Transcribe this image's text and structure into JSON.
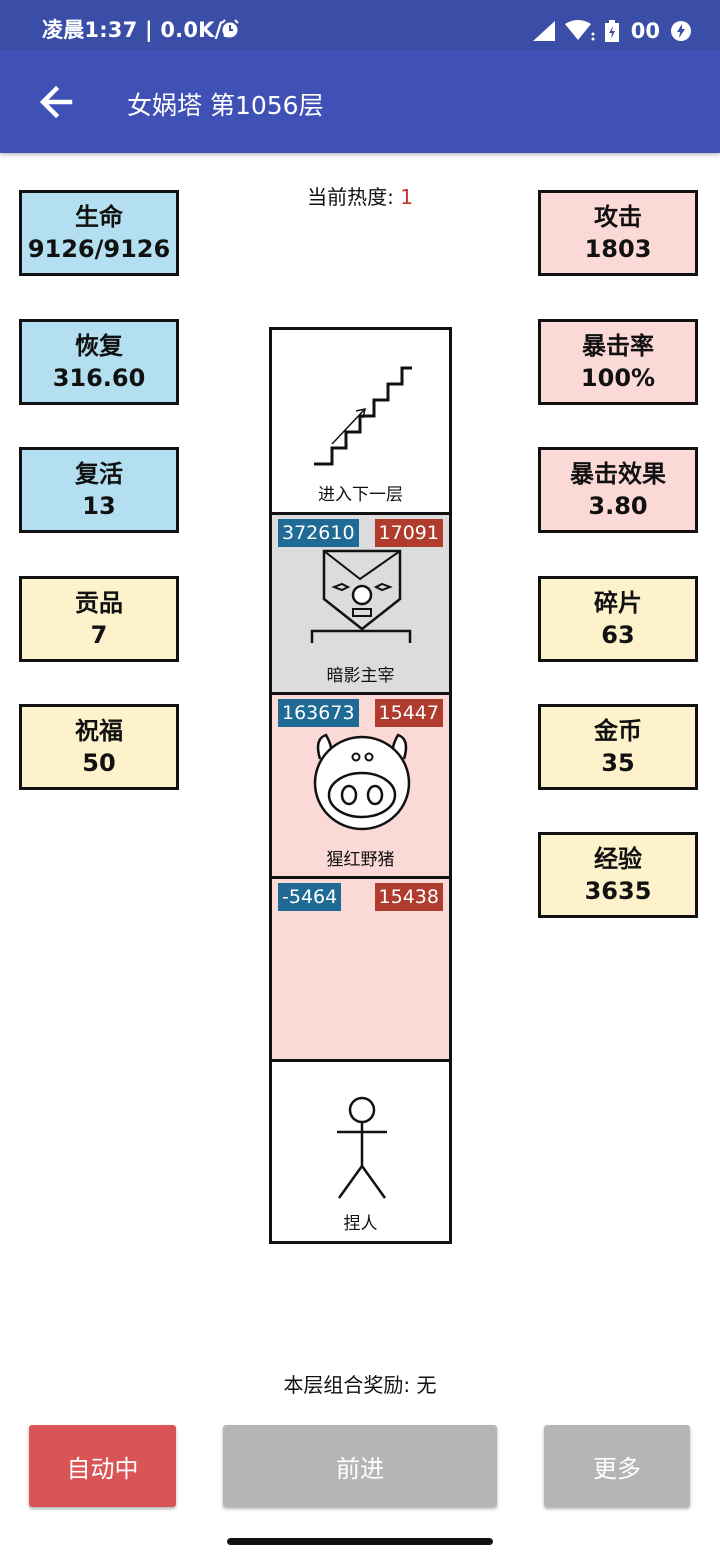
{
  "status_bar": {
    "left_text": "凌晨1:37 | 0.0K/s",
    "battery_text": "00"
  },
  "app_bar": {
    "title": "女娲塔 第1056层"
  },
  "heat": {
    "label": "当前热度:",
    "value": "1"
  },
  "stats_left": [
    {
      "label": "生命",
      "value": "9126/9126",
      "color": "#b3dff0"
    },
    {
      "label": "恢复",
      "value": "316.60",
      "color": "#b3dff0"
    },
    {
      "label": "复活",
      "value": "13",
      "color": "#b3dff0"
    },
    {
      "label": "贡品",
      "value": "7",
      "color": "#fdf2cc"
    },
    {
      "label": "祝福",
      "value": "50",
      "color": "#fdf2cc"
    }
  ],
  "stats_right": [
    {
      "label": "攻击",
      "value": "1803",
      "color": "#fad9d6"
    },
    {
      "label": "暴击率",
      "value": "100%",
      "color": "#fad9d6"
    },
    {
      "label": "暴击效果",
      "value": "3.80",
      "color": "#fad9d6"
    },
    {
      "label": "碎片",
      "value": "63",
      "color": "#fdf2cc"
    },
    {
      "label": "金币",
      "value": "35",
      "color": "#fdf2cc"
    },
    {
      "label": "经验",
      "value": "3635",
      "color": "#fdf2cc"
    }
  ],
  "tower": {
    "cells": [
      {
        "label": "进入下一层",
        "icon": "stairs-icon"
      },
      {
        "label": "暗影主宰",
        "hp": "372610",
        "atk": "17091",
        "icon": "shadow-lord-icon",
        "bg": "#dcdcdc"
      },
      {
        "label": "猩红野猪",
        "hp": "163673",
        "atk": "15447",
        "icon": "boar-icon",
        "bg": "#fad9d6"
      },
      {
        "label": "",
        "hp": "-5464",
        "atk": "15438",
        "bg": "#fad9d6"
      },
      {
        "label": "捏人",
        "icon": "stick-figure-icon"
      }
    ]
  },
  "combo": {
    "label": "本层组合奖励:",
    "value": "无"
  },
  "buttons": {
    "auto": "自动中",
    "forward": "前进",
    "more": "更多"
  }
}
